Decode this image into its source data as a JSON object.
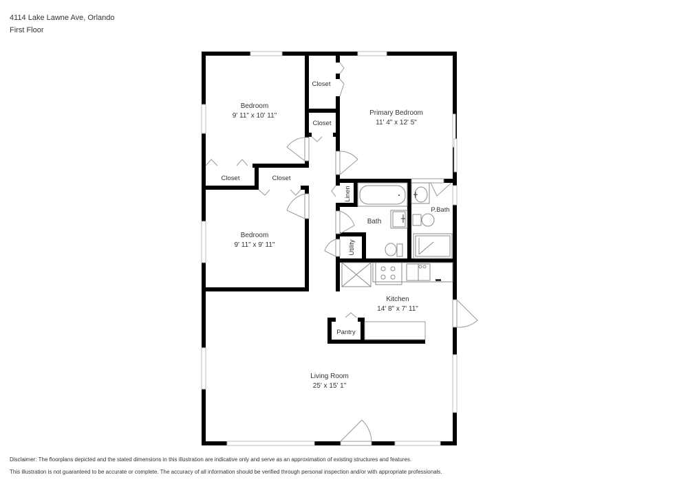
{
  "header": {
    "address": "4114 Lake Lawne Ave, Orlando",
    "floor": "First Floor"
  },
  "rooms": {
    "bedroom1": {
      "name": "Bedroom",
      "dims": "9' 11\" x 10' 11\""
    },
    "bedroom2": {
      "name": "Bedroom",
      "dims": "9' 11\" x 9' 11\""
    },
    "primary_bedroom": {
      "name": "Primary Bedroom",
      "dims": "11' 4\" x 12' 5\""
    },
    "kitchen": {
      "name": "Kitchen",
      "dims": "14' 8\" x 7' 11\""
    },
    "living_room": {
      "name": "Living Room",
      "dims": "25' x 15' 1\""
    },
    "bath": {
      "name": "Bath"
    },
    "primary_bath": {
      "name": "P.Bath"
    },
    "closet_primary_top": {
      "name": "Closet"
    },
    "closet_hall": {
      "name": "Closet"
    },
    "closet_bed1": {
      "name": "Closet"
    },
    "closet_bed2": {
      "name": "Closet"
    },
    "linen": {
      "name": "Linen"
    },
    "utility": {
      "name": "Utility"
    },
    "pantry": {
      "name": "Pantry"
    }
  },
  "colors": {
    "wall": "#000000",
    "window": "#bdbdbd",
    "fixture": "#8a8a8a",
    "text": "#333333"
  },
  "disclaimer": {
    "line1": "Disclaimer: The floorplans depicted and the stated dimensions in this illustration are indicative only and serve as an approximation of existing structures and features.",
    "line2": "This illustration is not guaranteed to be accurate or complete. The accuracy of all information should be verified through personal inspection and/or with appropriate professionals."
  }
}
